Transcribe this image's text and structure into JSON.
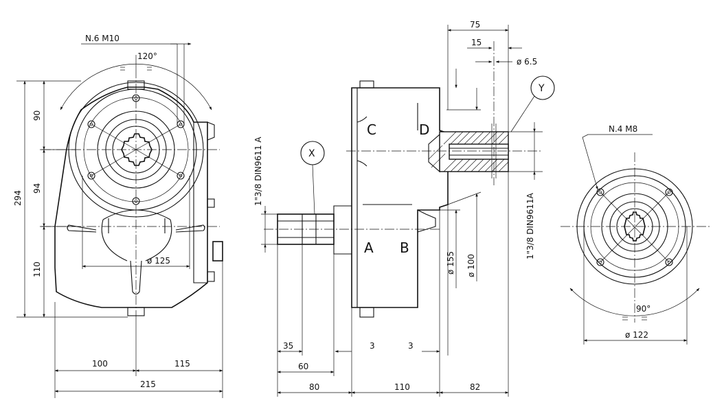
{
  "dimensions": {
    "holes_front": "N.6 M10",
    "angle_front": "120°",
    "h90": "90",
    "h94": "94",
    "h110": "110",
    "h294": "294",
    "d125": "ø 125",
    "w100": "100",
    "w115": "115",
    "w215": "215",
    "spline_x": "1\"3/8 DIN9611 A",
    "d35": "35",
    "d60": "60",
    "d80": "80",
    "d3a": "3",
    "d3b": "3",
    "d110": "110",
    "d82": "82",
    "d155": "ø 155",
    "d100": "ø 100",
    "d75": "75",
    "d15": "15",
    "d65": "ø 6.5",
    "spline_y": "1\"3/8 DIN9611A",
    "holes_rear": "N.4 M8",
    "angle_rear": "90°",
    "d122": "ø 122"
  },
  "labels": {
    "x": "X",
    "y": "Y",
    "a": "A",
    "b": "B",
    "c": "C",
    "d": "D"
  }
}
